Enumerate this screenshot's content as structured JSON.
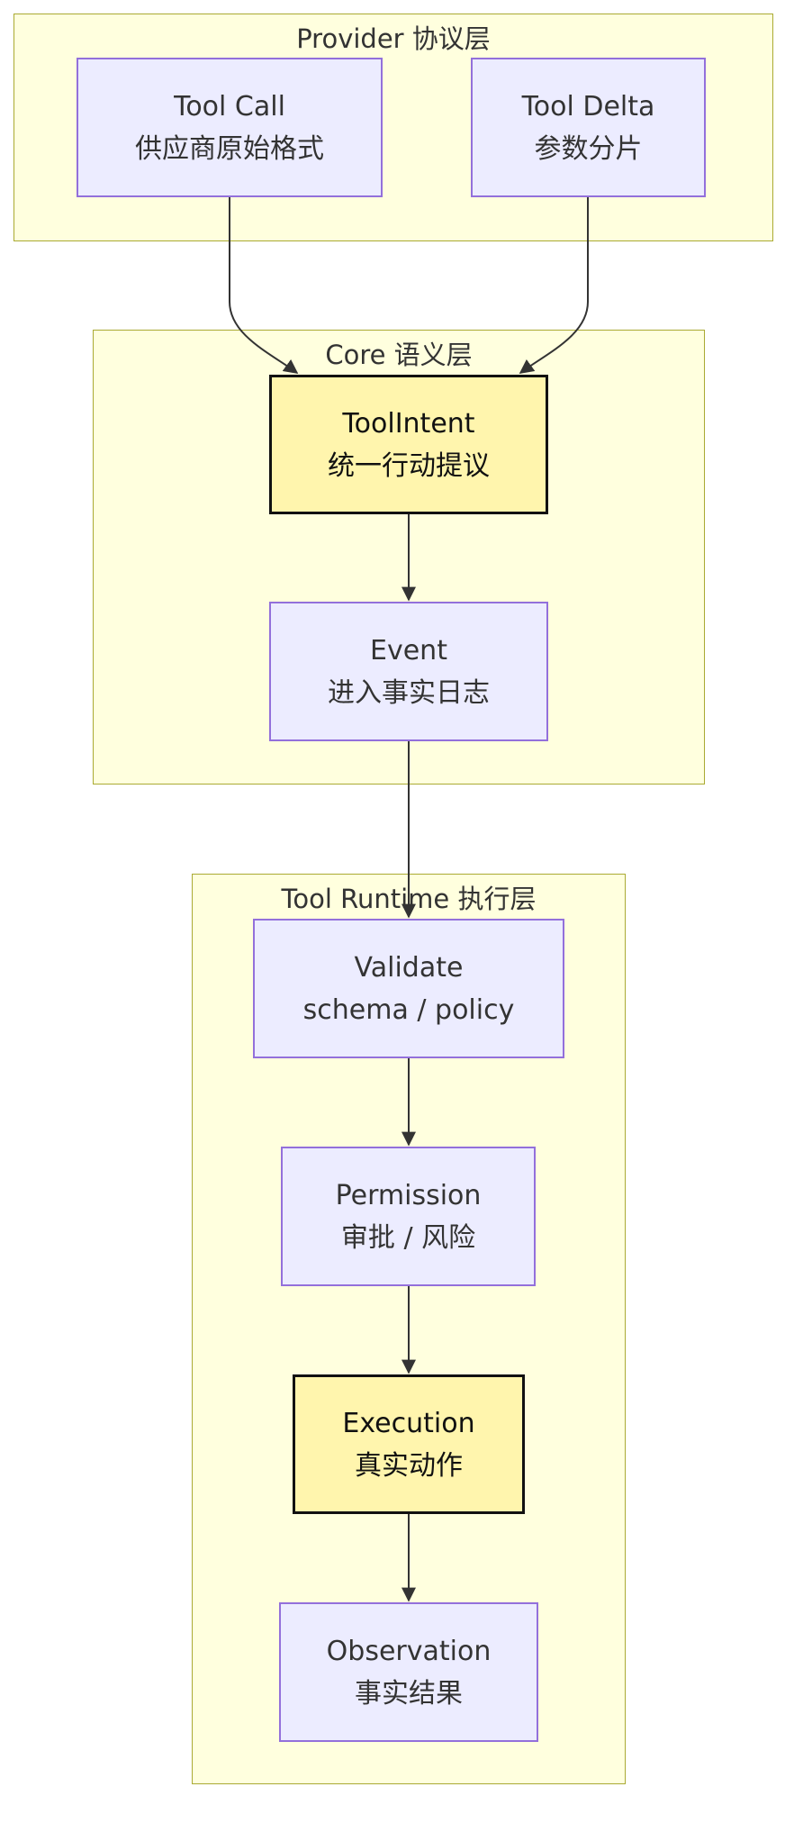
{
  "clusters": {
    "provider": {
      "title": "Provider 协议层"
    },
    "core": {
      "title": "Core 语义层"
    },
    "runtime": {
      "title": "Tool Runtime 执行层"
    }
  },
  "nodes": {
    "tool_call": {
      "line1": "Tool Call",
      "line2": "供应商原始格式"
    },
    "tool_delta": {
      "line1": "Tool Delta",
      "line2": "参数分片"
    },
    "tool_intent": {
      "line1": "ToolIntent",
      "line2": "统一行动提议"
    },
    "event": {
      "line1": "Event",
      "line2": "进入事实日志"
    },
    "validate": {
      "line1": "Validate",
      "line2": "schema / policy"
    },
    "permission": {
      "line1": "Permission",
      "line2": "审批 / 风险"
    },
    "execution": {
      "line1": "Execution",
      "line2": "真实动作"
    },
    "observation": {
      "line1": "Observation",
      "line2": "事实结果"
    }
  },
  "colors": {
    "cluster_fill": "#ffffde",
    "cluster_border": "#aaaa33",
    "node_fill": "#ececff",
    "node_border": "#9370db",
    "highlight_fill": "#fff5ad",
    "highlight_border": "#111111",
    "edge": "#333333"
  }
}
